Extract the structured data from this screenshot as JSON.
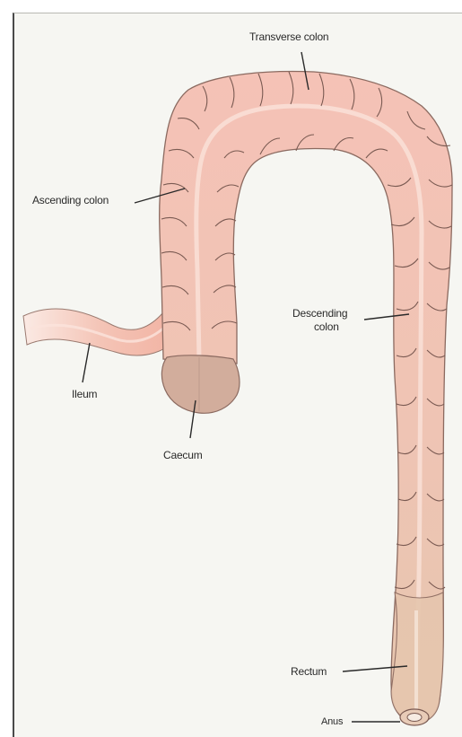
{
  "labels": {
    "transverse_colon": "Transverse colon",
    "ascending_colon": "Ascending colon",
    "descending_colon_line1": "Descending",
    "descending_colon_line2": "colon",
    "ileum": "Ileum",
    "caecum": "Caecum",
    "rectum": "Rectum",
    "anus": "Anus"
  },
  "colors": {
    "colon_fill": "#f5c2b6",
    "colon_outline": "#8b6a60",
    "haustra_lines": "#7a5a52",
    "highlight": "#fbe4dc",
    "caecum_fill": "#d2ad9c",
    "rectum_fill": "#e6c6ae",
    "ileum_fill": "#f2b7a8",
    "frame_background": "#f6f6f2",
    "text": "#2a2a2a"
  }
}
